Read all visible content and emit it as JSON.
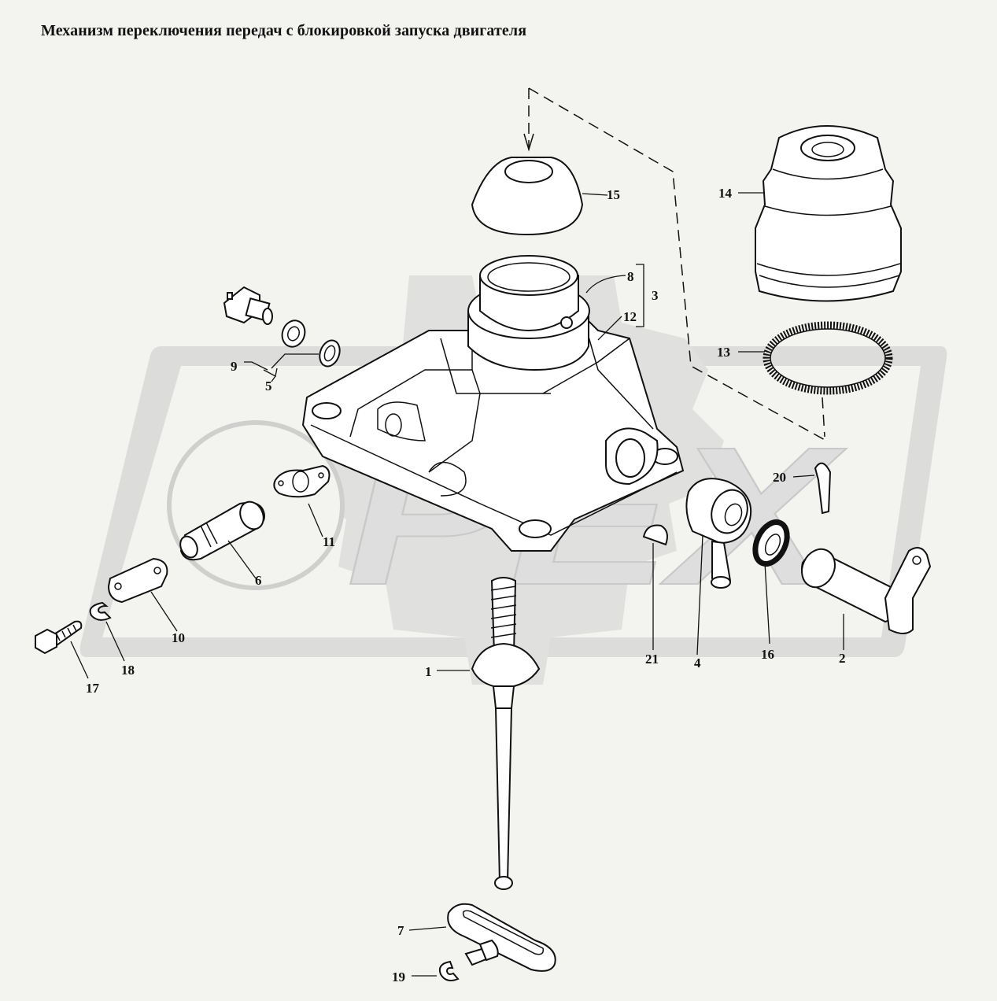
{
  "title": "Механизм переключения передач с блокировкой запуска двигателя",
  "watermark": {
    "text": "PEX",
    "color": "#cfcfcf"
  },
  "labels": {
    "p1": "1",
    "p2": "2",
    "p3": "3",
    "p4": "4",
    "p5": "5",
    "p6": "6",
    "p7": "7",
    "p8": "8",
    "p9": "9",
    "p10": "10",
    "p11": "11",
    "p12": "12",
    "p13": "13",
    "p14": "14",
    "p15": "15",
    "p16": "16",
    "p17": "17",
    "p18": "18",
    "p19": "19",
    "p20": "20",
    "p21": "21"
  }
}
